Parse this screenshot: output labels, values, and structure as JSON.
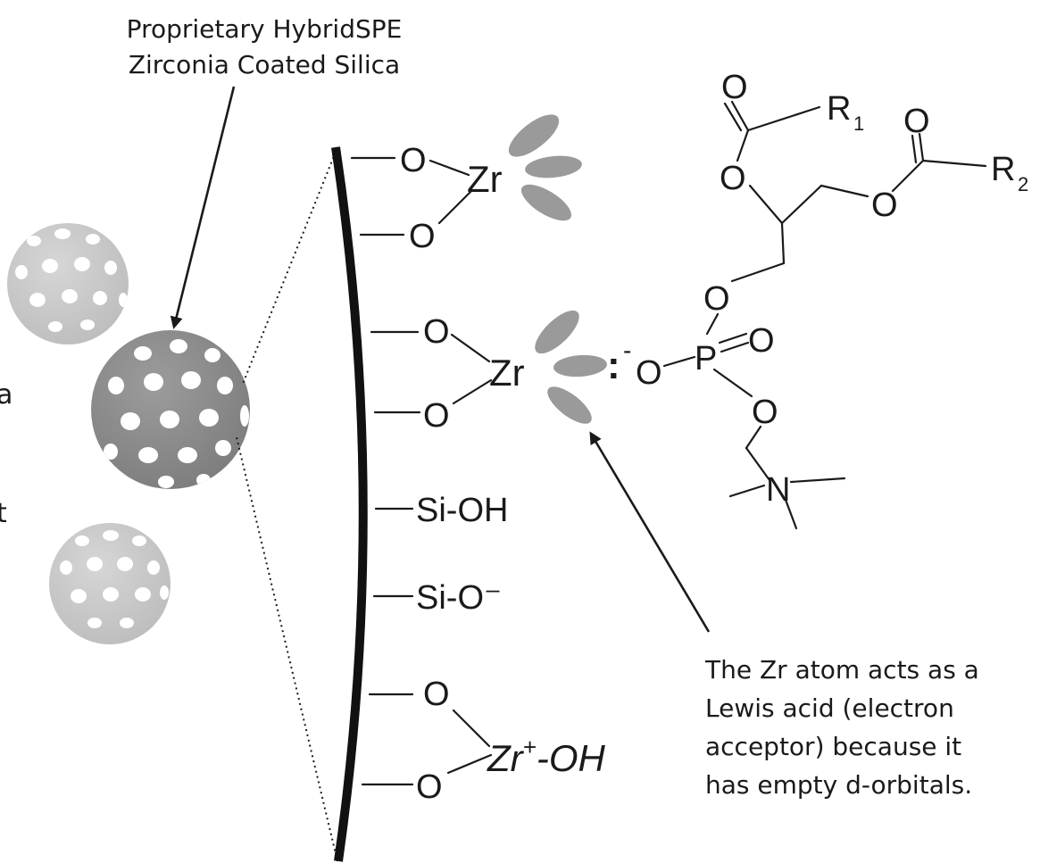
{
  "particle_label": {
    "line1": "Proprietary HybridSPE",
    "line2": "Zirconia Coated Silica"
  },
  "lewis_note": {
    "line1": "The Zr atom acts as a",
    "line2": "Lewis acid (electron",
    "line3": "acceptor) because it",
    "line4": "has empty d-orbitals."
  },
  "edge_fragments": {
    "frag1": "a",
    "frag2": "t"
  },
  "surface_groups": {
    "zr_site1": {
      "o_top": "O",
      "o_bottom": "O",
      "metal": "Zr"
    },
    "zr_site2": {
      "o_top": "O",
      "o_bottom": "O",
      "metal": "Zr"
    },
    "silanol": "Si-OH",
    "silanolate": "Si-O⁻",
    "zr_site3": {
      "o_top": "O",
      "o_bottom": "O",
      "metal": "Zr",
      "charge": "+",
      "hydroxyl": "-OH"
    }
  },
  "phospholipid": {
    "lone_pair": ":",
    "anion_charge": "-",
    "phosphate_o_ester": "O",
    "phosphorus": "P",
    "phosphoryl_o": "O",
    "glycerol_o": "O",
    "choline_o": "O",
    "nitrogen": "N",
    "ester1_carbonyl_o": "O",
    "ester1_o": "O",
    "ester1_r": "R",
    "ester1_r_sub": "1",
    "ester2_carbonyl_o": "O",
    "ester2_o": "O",
    "ester2_r": "R",
    "ester2_r_sub": "2"
  },
  "colors": {
    "particle_dark": "#8c8c8c",
    "particle_light": "#cfcfcf",
    "lobe": "#9a9a9a",
    "ink": "#1a1a1a"
  }
}
